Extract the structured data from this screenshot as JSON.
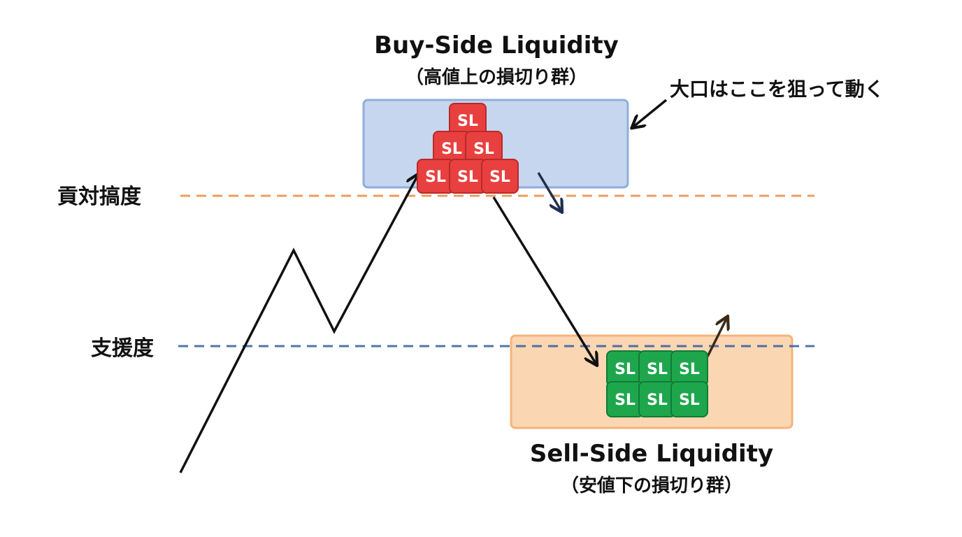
{
  "buy_side": {
    "title": "Buy-Side Liquidity",
    "subtitle": "（高値上の損切り群）"
  },
  "sell_side": {
    "title": "Sell-Side Liquidity",
    "subtitle": "（安値下の損切り群）"
  },
  "annotation": "大口はここを狙って動く",
  "resistance_label": "貢対搞度",
  "support_label": "支援度",
  "stop_loss_tile": "SL",
  "colors": {
    "buy_zone_fill": "#c6d6ee",
    "buy_zone_stroke": "#8eaedb",
    "sell_zone_fill": "#fbd6b2",
    "sell_zone_stroke": "#f4b47c",
    "resistance_line": "#ee9d5c",
    "support_line": "#2f5f9f",
    "sl_red": "#e8403f",
    "sl_green": "#1ea64d"
  }
}
